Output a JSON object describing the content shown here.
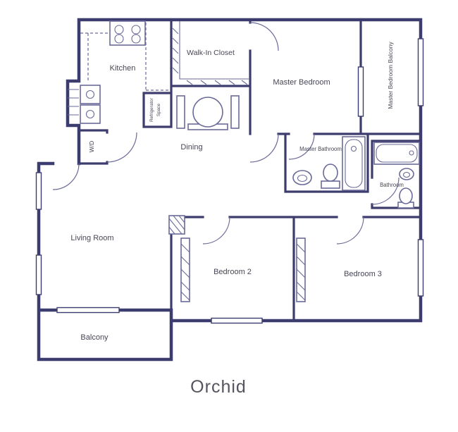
{
  "title": "Orchid",
  "colors": {
    "wall": "#3d3c6e",
    "fixture": "#6a6a99",
    "label": "#474756",
    "title": "#55555f"
  },
  "rooms": {
    "kitchen": "Kitchen",
    "walk_in_closet": "Walk-In Closet",
    "master_bedroom": "Master Bedroom",
    "master_bedroom_balcony": "Master Bedroom Balcony",
    "refrigerator_space_line1": "Refrigerator",
    "refrigerator_space_line2": "Space",
    "washer_dryer": "W/D",
    "dining": "Dining",
    "master_bathroom": "Master Bathroom",
    "bathroom": "Bathroom",
    "living_room": "Living Room",
    "bedroom_2": "Bedroom 2",
    "bedroom_3": "Bedroom 3",
    "balcony": "Balcony"
  }
}
